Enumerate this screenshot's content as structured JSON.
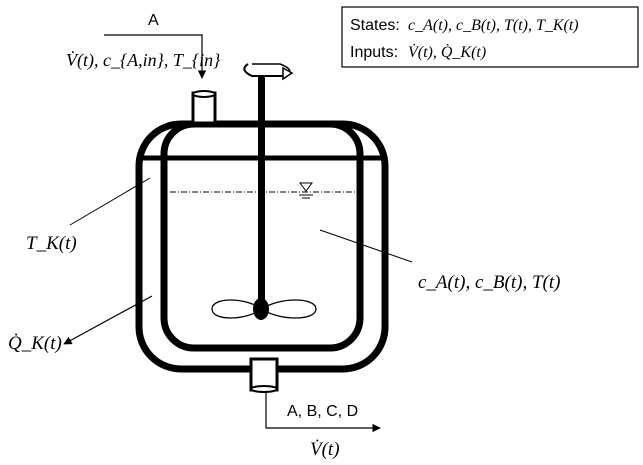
{
  "inflow": {
    "species": "A",
    "label": "V̇(t), c_{A,in}, T_{in}"
  },
  "states_box": {
    "states_prefix": "States:",
    "states": "c_A(t), c_B(t), T(t), T_K(t)",
    "inputs_prefix": "Inputs:",
    "inputs": "V̇(t), Q̇_K(t)"
  },
  "jacket_temp_label": "T_K(t)",
  "heat_label": "Q̇_K(t)",
  "reactor_states_label": "c_A(t), c_B(t), T(t)",
  "outflow": {
    "species": "A, B, C, D",
    "label": "V̇(t)"
  }
}
